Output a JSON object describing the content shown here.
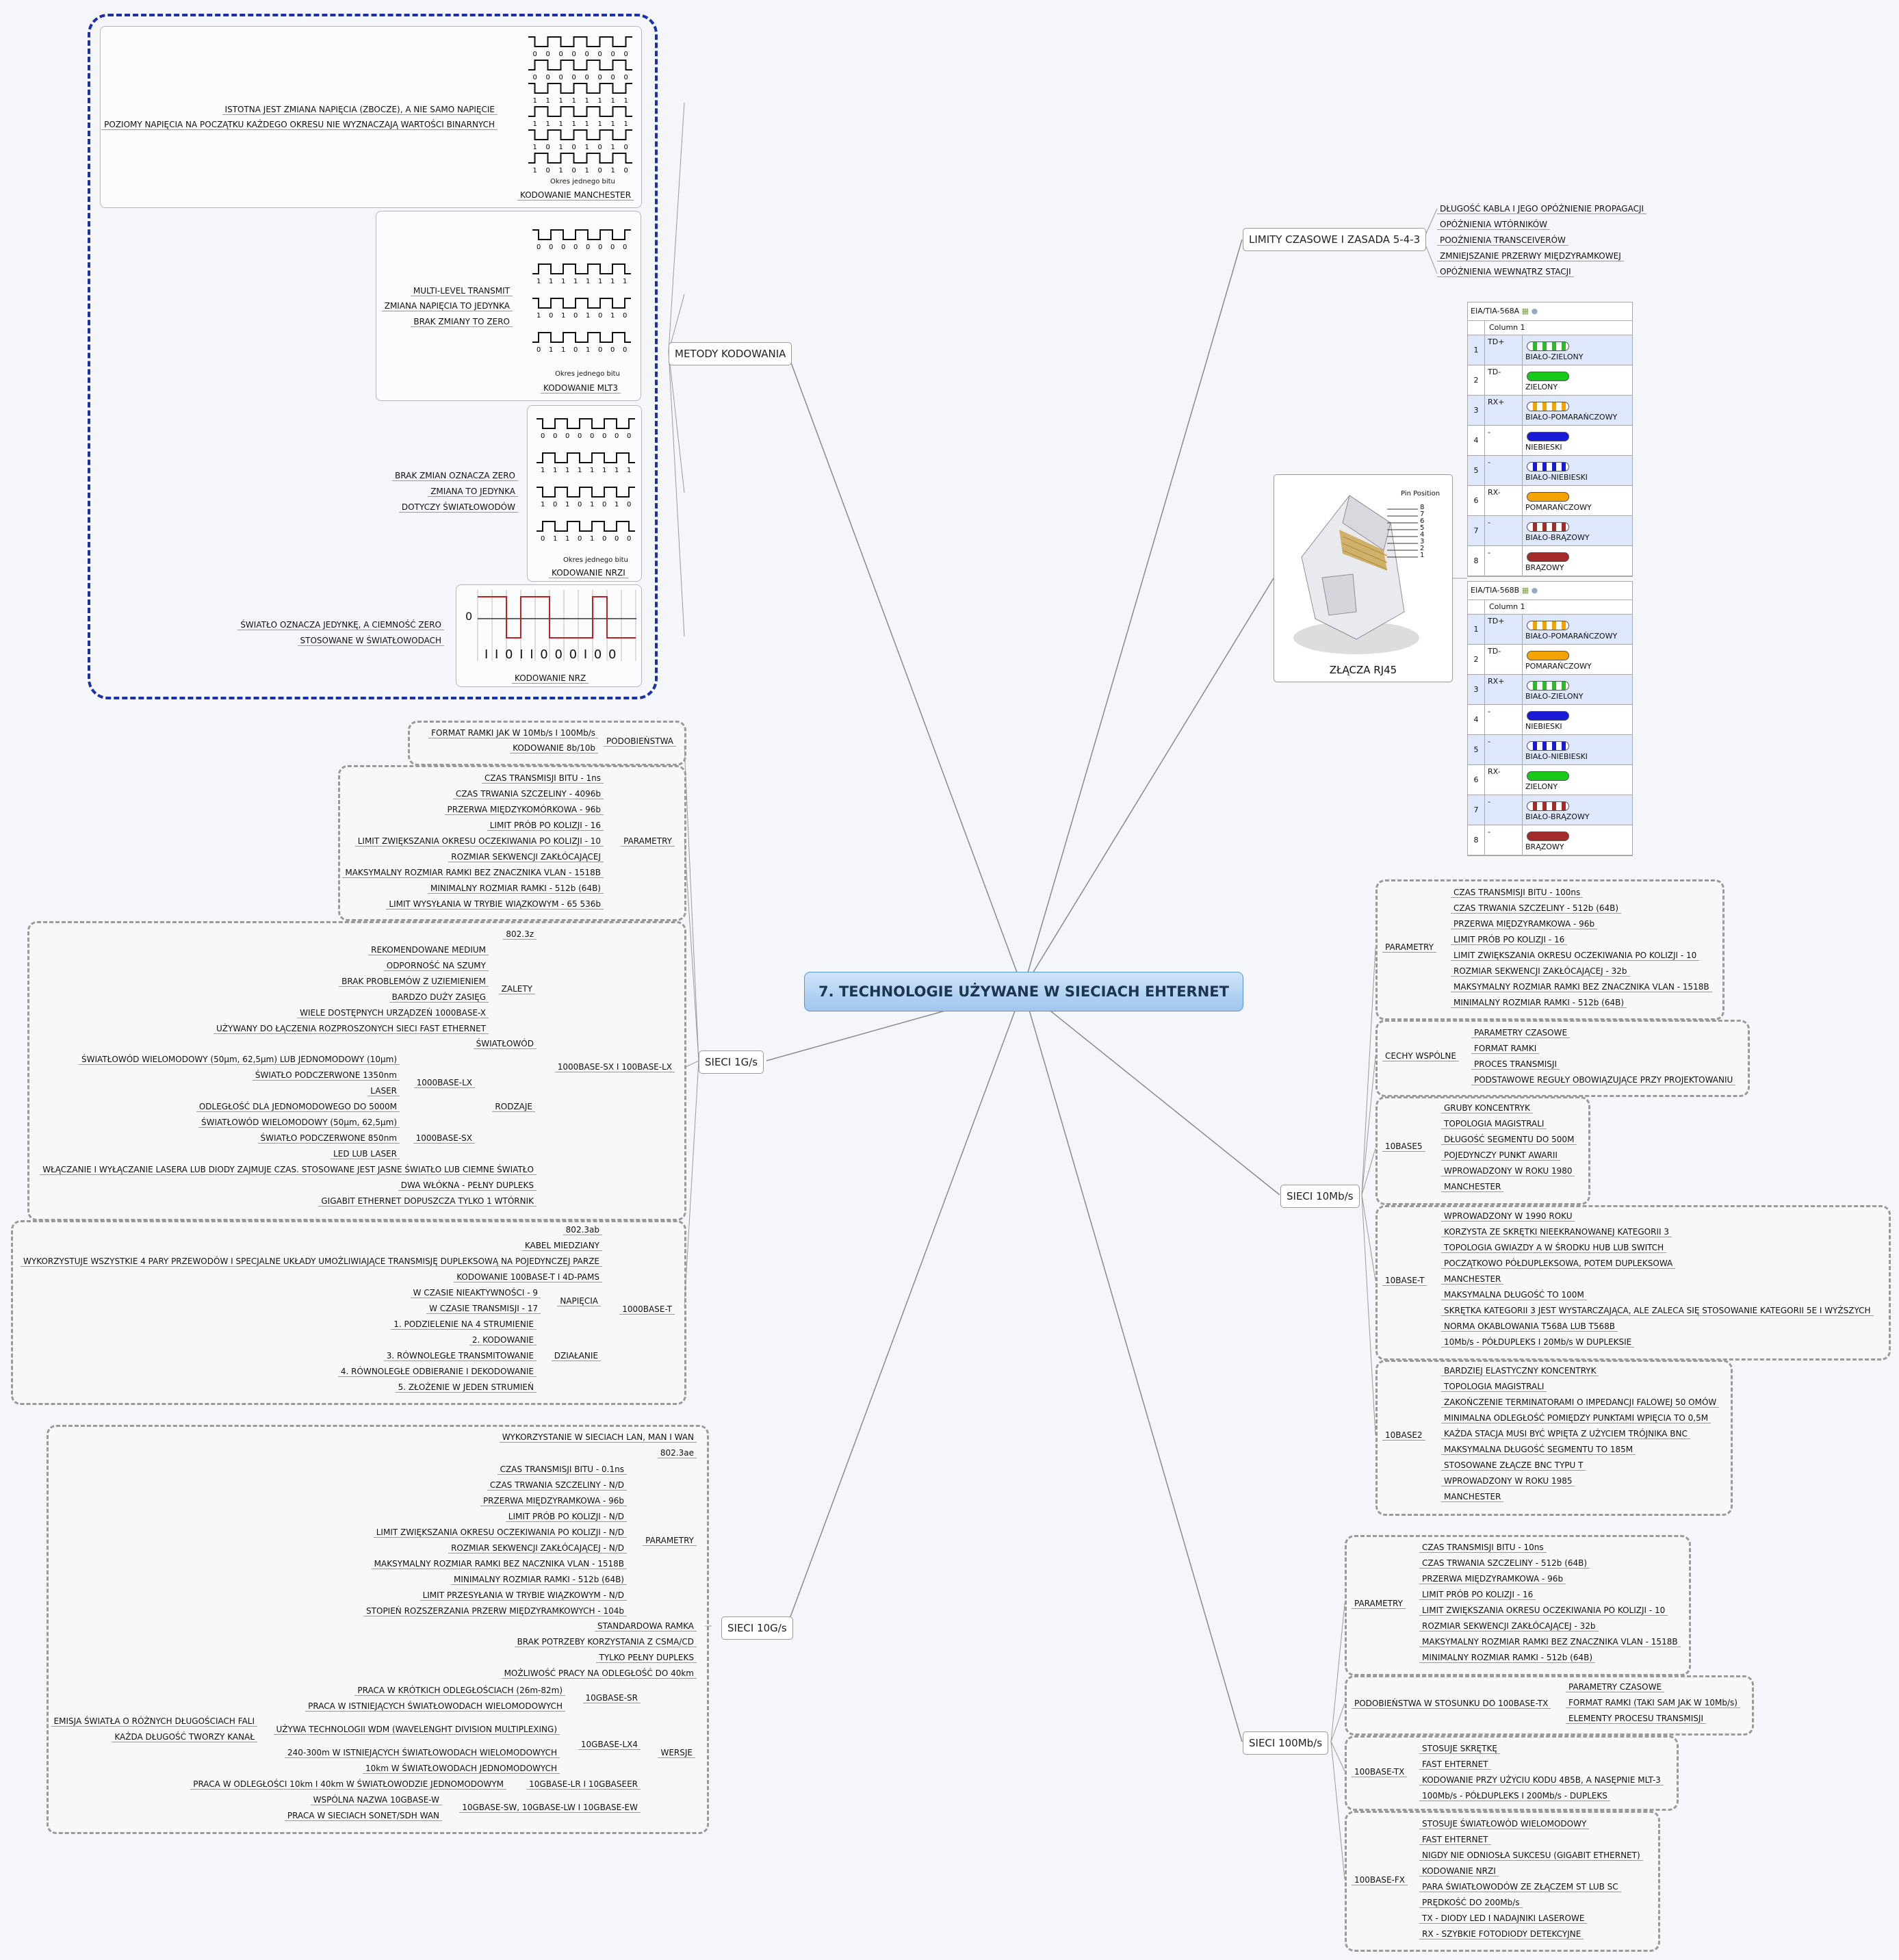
{
  "central": "7. TECHNOLOGIE UŻYWANE W SIECIACH EHTERNET",
  "branches": {
    "metody": "METODY KODOWANIA",
    "s1g": "SIECI 1G/s",
    "s10g": "SIECI 10G/s",
    "limity": "LIMITY CZASOWE I ZASADA 5-4-3",
    "rj45": "ZŁĄCZA RJ45",
    "s10m": "SIECI 10Mb/s",
    "s100m": "SIECI 100Mb/s"
  },
  "encoding": {
    "manchester": {
      "title": "KODOWANIE MANCHESTER",
      "notes": [
        "ISTOTNA JEST ZMIANA NAPIĘCIA (ZBOCZE), A NIE SAMO NAPIĘCIE",
        "POZIOMY NAPIĘCIA NA POCZĄTKU KAŻDEGO OKRESU NIE WYZNACZAJĄ WARTOŚCI BINARNYCH"
      ]
    },
    "mlt3": {
      "title": "KODOWANIE MLT3",
      "notes": [
        "MULTI-LEVEL TRANSMIT",
        "ZMIANA NAPIĘCIA TO JEDYNKA",
        "BRAK ZMIANY TO ZERO"
      ]
    },
    "nrzi": {
      "title": "KODOWANIE NRZI",
      "notes": [
        "BRAK ZMIAN OZNACZA ZERO",
        "ZMIANA TO JEDYNKA",
        "DOTYCZY ŚWIATŁOWODÓW"
      ]
    },
    "nrz": {
      "title": "KODOWANIE NRZ",
      "notes": [
        "ŚWIATŁO OZNACZA JEDYNKĘ, A CIEMNOŚĆ ZERO",
        "STOSOWANE W ŚWIATŁOWODACH"
      ]
    },
    "period_label": "Okres jednego bitu",
    "nrz_zero": "0",
    "nrz_bits": "I I 0 I I 0 0 0 I 0 0",
    "bit_rows": [
      [
        "0",
        "0",
        "0",
        "0",
        "0",
        "0",
        "0",
        "0"
      ],
      [
        "1",
        "1",
        "1",
        "1",
        "1",
        "1",
        "1",
        "1"
      ],
      [
        "1",
        "0",
        "1",
        "0",
        "1",
        "0",
        "1",
        "0"
      ],
      [
        "0",
        "1",
        "1",
        "0",
        "1",
        "0",
        "0",
        "0"
      ]
    ]
  },
  "s1g": {
    "podobienstwa": {
      "label": "PODOBIEŃSTWA",
      "items": [
        "FORMAT RAMKI JAK W 10Mb/s I 100Mb/s",
        "KODOWANIE 8b/10b"
      ]
    },
    "parametry": {
      "label": "PARAMETRY",
      "items": [
        "CZAS TRANSMISJI BITU - 1ns",
        "CZAS TRWANIA SZCZELINY - 4096b",
        "PRZERWA MIĘDZYKOMÓRKOWA - 96b",
        "LIMIT PRÓB PO KOLIZJI - 16",
        "LIMIT ZWIĘKSZANIA OKRESU OCZEKIWANIA PO KOLIZJI - 10",
        "ROZMIAR SEKWENCJI ZAKŁÓCAJĄCEJ",
        "MAKSYMALNY ROZMIAR RAMKI BEZ ZNACZNIKA VLAN - 1518B",
        "MINIMALNY ROZMIAR RAMKI - 512b (64B)",
        "LIMIT WYSYŁANIA W TRYBIE WIĄZKOWYM - 65 536b"
      ]
    },
    "sx_lx": {
      "label": "1000BASE-SX I 100BASE-LX",
      "std": "802.3z",
      "zalety_label": "ZALETY",
      "zalety": [
        "REKOMENDOWANE MEDIUM",
        "ODPORNOŚĆ NA SZUMY",
        "BRAK PROBLEMÓW Z UZIEMIENIEM",
        "BARDZO DUŻY ZASIĘG",
        "WIELE DOSTĘPNYCH URZĄDZEŃ 1000BASE-X",
        "UŻYWANY DO ŁĄCZENIA ROZPROSZONYCH SIECI FAST ETHERNET"
      ],
      "swiatlowod": "ŚWIATŁOWÓD",
      "rodzaje_label": "RODZAJE",
      "lx_label": "1000BASE-LX",
      "lx": [
        "ŚWIATŁOWÓD WIELOMODOWY (50µm, 62,5µm) LUB JEDNOMODOWY (10µm)",
        "ŚWIATŁO PODCZERWONE 1350nm",
        "LASER",
        "ODLEGŁOŚĆ DLA JEDNOMODOWEGO DO 5000M"
      ],
      "sx_label": "1000BASE-SX",
      "sx": [
        "ŚWIATŁOWÓD WIELOMODOWY (50µm, 62,5µm)",
        "ŚWIATŁO PODCZERWONE 850nm",
        "LED LUB LASER"
      ],
      "extra": [
        "WŁĄCZANIE I WYŁĄCZANIE LASERA LUB DIODY ZAJMUJE CZAS. STOSOWANE JEST JASNE ŚWIATŁO LUB CIEMNE ŚWIATŁO",
        "DWA WŁÓKNA - PEŁNY DUPLEKS",
        "GIGABIT ETHERNET DOPUSZCZA TYLKO 1 WTÓRNIK"
      ]
    },
    "t": {
      "label": "1000BASE-T",
      "items": [
        "802.3ab",
        "KABEL MIEDZIANY",
        "WYKORZYSTUJE WSZYSTKIE 4 PARY PRZEWODÓW I SPECJALNE UKŁADY UMOŻLIWIAJĄCE TRANSMISJĘ DUPLEKSOWĄ NA POJEDYNCZEJ PARZE",
        "KODOWANIE 100BASE-T I 4D-PAMS"
      ],
      "napiecia_label": "NAPIĘCIA",
      "napiecia": [
        "W CZASIE NIEAKTYWNOŚCI - 9",
        "W CZASIE TRANSMISJI - 17"
      ],
      "dzialanie_label": "DZIAŁANIE",
      "dzialanie": [
        "1. PODZIELENIE NA 4 STRUMIENIE",
        "2. KODOWANIE",
        "3. RÓWNOLEGŁE TRANSMITOWANIE",
        "4. RÓWNOLEGŁE ODBIERANIE I DEKODOWANIE",
        "5. ZŁOŻENIE W JEDEN STRUMIEŃ"
      ]
    }
  },
  "s10g": {
    "top": [
      "WYKORZYSTANIE W SIECIACH LAN, MAN I WAN",
      "802.3ae"
    ],
    "parametry_label": "PARAMETRY",
    "parametry": [
      "CZAS TRANSMISJI BITU - 0.1ns",
      "CZAS TRWANIA SZCZELINY - N/D",
      "PRZERWA MIĘDZYRAMKOWA - 96b",
      "LIMIT PRÓB PO KOLIZJI - N/D",
      "LIMIT ZWIĘKSZANIA OKRESU OCZEKIWANIA PO KOLIZJI - N/D",
      "ROZMIAR SEKWENCJI ZAKŁÓCAJĄCEJ - N/D",
      "MAKSYMALNY ROZMIAR RAMKI BEZ NACZNIKA VLAN - 1518B",
      "MINIMALNY ROZMIAR RAMKI - 512b (64B)",
      "LIMIT PRZESYŁANIA W TRYBIE WIĄZKOWYM - N/D",
      "STOPIEŃ ROZSZERZANIA PRZERW MIĘDZYRAMKOWYCH - 104b"
    ],
    "mid": [
      "STANDARDOWA RAMKA",
      "BRAK POTRZEBY KORZYSTANIA Z CSMA/CD",
      "TYLKO PEŁNY DUPLEKS",
      "MOŻLIWOŚĆ PRACY NA ODLEGŁOŚĆ DO 40km"
    ],
    "wersje_label": "WERSJE",
    "sr_label": "10GBASE-SR",
    "sr": [
      "PRACA W KRÓTKICH ODLEGŁOŚCIACH (26m-82m)",
      "PRACA W ISTNIEJĄCYCH ŚWIATŁOWODACH WIELOMODOWYCH"
    ],
    "lx4_label": "10GBASE-LX4",
    "wdm": "UŻYWA TECHNOLOGII WDM (WAVELENGHT DIVISION MULTIPLEXING)",
    "wdm_sub": [
      "EMISJA ŚWIATŁA O RÓŻNYCH DŁUGOŚCIACH FALI",
      "KAŻDA DŁUGOŚĆ TWORZY KANAŁ"
    ],
    "lx4": [
      "240-300m W ISTNIEJĄCYCH ŚWIATŁOWODACH WIELOMODOWYCH",
      "10km W ŚWIATŁOWODACH JEDNOMODOWYCH"
    ],
    "lr_label": "10GBASE-LR I 10GBASEER",
    "lr": "PRACA W ODLEGŁOŚCI 10km I 40km W ŚWIATŁOWODZIE JEDNOMODOWYM",
    "sw_label": "10GBASE-SW, 10GBASE-LW I 10GBASE-EW",
    "sw": [
      "WSPÓLNA NAZWA 10GBASE-W",
      "PRACA W SIECIACH SONET/SDH WAN"
    ]
  },
  "limity": [
    "DŁUGOŚĆ KABLA I JEGO OPÓŹNIENIE PROPAGACJI",
    "OPÓŹNIENIA WTÓRNIKÓW",
    "POOŹNIENIA TRANSCEIVERÓW",
    "ZMNIEJSZANIE PRZERWY MIĘDZYRAMKOWEJ",
    "OPÓŹNIENIA WEWNĄTRZ STACJI"
  ],
  "rj45": {
    "pin_position": "Pin Position",
    "pin_nums": [
      "8",
      "7",
      "6",
      "5",
      "4",
      "3",
      "2",
      "1"
    ],
    "tables": [
      {
        "title": "EIA/TIA-568A",
        "column": "Column 1",
        "rows": [
          {
            "n": "1",
            "sig": "TD+",
            "label": "BIAŁO-ZIELONY",
            "color": "#2db82d",
            "striped": true
          },
          {
            "n": "2",
            "sig": "TD-",
            "label": "ZIELONY",
            "color": "#19c919",
            "striped": false
          },
          {
            "n": "3",
            "sig": "RX+",
            "label": "BIAŁO-POMARAŃCZOWY",
            "color": "#f5a300",
            "striped": true
          },
          {
            "n": "4",
            "sig": "-",
            "label": "NIEBIESKI",
            "color": "#1a1ad6",
            "striped": false
          },
          {
            "n": "5",
            "sig": "-",
            "label": "BIAŁO-NIEBIESKI",
            "color": "#1a1ad6",
            "striped": true
          },
          {
            "n": "6",
            "sig": "RX-",
            "label": "POMARAŃCZOWY",
            "color": "#f5a300",
            "striped": false
          },
          {
            "n": "7",
            "sig": "-",
            "label": "BIAŁO-BRĄZOWY",
            "color": "#a52a2a",
            "striped": true
          },
          {
            "n": "8",
            "sig": "-",
            "label": "BRĄZOWY",
            "color": "#a52a2a",
            "striped": false
          }
        ]
      },
      {
        "title": "EIA/TIA-568B",
        "column": "Column 1",
        "rows": [
          {
            "n": "1",
            "sig": "TD+",
            "label": "BIAŁO-POMARAŃCZOWY",
            "color": "#f5a300",
            "striped": true
          },
          {
            "n": "2",
            "sig": "TD-",
            "label": "POMARAŃCZOWY",
            "color": "#f5a300",
            "striped": false
          },
          {
            "n": "3",
            "sig": "RX+",
            "label": "BIAŁO-ZIELONY",
            "color": "#2db82d",
            "striped": true
          },
          {
            "n": "4",
            "sig": "-",
            "label": "NIEBIESKI",
            "color": "#1a1ad6",
            "striped": false
          },
          {
            "n": "5",
            "sig": "-",
            "label": "BIAŁO-NIEBIESKI",
            "color": "#1a1ad6",
            "striped": true
          },
          {
            "n": "6",
            "sig": "RX-",
            "label": "ZIELONY",
            "color": "#19c919",
            "striped": false
          },
          {
            "n": "7",
            "sig": "-",
            "label": "BIAŁO-BRĄZOWY",
            "color": "#a52a2a",
            "striped": true
          },
          {
            "n": "8",
            "sig": "-",
            "label": "BRĄZOWY",
            "color": "#a52a2a",
            "striped": false
          }
        ]
      }
    ]
  },
  "s10m": {
    "parametry_label": "PARAMETRY",
    "parametry": [
      "CZAS TRANSMISJI BITU - 100ns",
      "CZAS TRWANIA SZCZELINY - 512b (64B)",
      "PRZERWA MIĘDZYRAMKOWA - 96b",
      "LIMIT PRÓB PO KOLIZJI - 16",
      "LIMIT ZWIĘKSZANIA OKRESU OCZEKIWANIA PO KOLIZJI - 10",
      "ROZMIAR SEKWENCJI ZAKŁÓCAJĄCEJ - 32b",
      "MAKSYMALNY ROZMIAR RAMKI BEZ ZNACZNIKA VLAN - 1518B",
      "MINIMALNY ROZMIAR RAMKI - 512b (64B)"
    ],
    "cechy_label": "CECHY WSPÓLNE",
    "cechy": [
      "PARAMETRY CZASOWE",
      "FORMAT RAMKI",
      "PROCES TRANSMISJI",
      "PODSTAWOWE REGUŁY OBOWIĄZUJĄCE PRZY PROJEKTOWANIU"
    ],
    "b5_label": "10BASE5",
    "b5": [
      "GRUBY KONCENTRYK",
      "TOPOLOGIA MAGISTRALI",
      "DŁUGOŚĆ SEGMENTU DO 500M",
      "POJEDYNCZY PUNKT AWARII",
      "WPROWADZONY W ROKU 1980",
      "MANCHESTER"
    ],
    "bt_label": "10BASE-T",
    "bt": [
      "WPROWADZONY W 1990 ROKU",
      "KORZYSTA ZE SKRĘTKI NIEEKRANOWANEJ KATEGORII 3",
      "TOPOLOGIA GWIAZDY A W ŚRODKU HUB LUB SWITCH",
      "POCZĄTKOWO PÓŁDUPLEKSOWA, POTEM DUPLEKSOWA",
      "MANCHESTER",
      "MAKSYMALNA DŁUGOŚĆ TO 100M",
      "SKRĘTKA KATEGORII 3 JEST WYSTARCZAJĄCA, ALE ZALECA SIĘ STOSOWANIE KATEGORII 5E I WYŻSZYCH",
      "NORMA OKABLOWANIA T568A LUB T568B",
      "10Mb/s - PÓŁDUPLEKS I 20Mb/s W DUPLEKSIE"
    ],
    "b2_label": "10BASE2",
    "b2": [
      "BARDZIEJ ELASTYCZNY KONCENTRYK",
      "TOPOLOGIA MAGISTRALI",
      "ZAKOŃCZENIE TERMINATORAMI O IMPEDANCJI FALOWEJ 50 OMÓW",
      "MINIMALNA ODLEGŁOŚĆ POMIĘDZY PUNKTAMI WPIĘCIA TO 0,5M",
      "KAŻDA STACJA MUSI BYĆ WPIĘTA Z UŻYCIEM TRÓJNIKA BNC",
      "MAKSYMALNA DŁUGOŚĆ SEGMENTU TO 185M",
      "STOSOWANE ZŁĄCZE BNC TYPU T",
      "WPROWADZONY W ROKU 1985",
      "MANCHESTER"
    ]
  },
  "s100m": {
    "parametry_label": "PARAMETRY",
    "parametry": [
      "CZAS TRANSMISJI BITU - 10ns",
      "CZAS TRWANIA SZCZELINY - 512b (64B)",
      "PRZERWA MIĘDZYRAMKOWA - 96b",
      "LIMIT PRÓB PO KOLIZJI - 16",
      "LIMIT ZWIĘKSZANIA OKRESU OCZEKIWANIA PO KOLIZJI - 10",
      "ROZMIAR SEKWENCJI ZAKŁÓCAJĄCEJ - 32b",
      "MAKSYMALNY ROZMIAR RAMKI BEZ ZNACZNIKA VLAN - 1518B",
      "MINIMALNY ROZMIAR RAMKI - 512b (64B)"
    ],
    "pod_label": "PODOBIEŃSTWA W STOSUNKU DO 100BASE-TX",
    "pod": [
      "PARAMETRY CZASOWE",
      "FORMAT RAMKI (TAKI SAM JAK W 10Mb/s)",
      "ELEMENTY PROCESU TRANSMISJI"
    ],
    "tx_label": "100BASE-TX",
    "tx": [
      "STOSUJE SKRĘTKĘ",
      "FAST EHTERNET",
      "KODOWANIE PRZY UŻYCIU KODU 4B5B, A NASĘPNIE MLT-3",
      "100Mb/s - PÓŁDUPLEKS I 200Mb/s - DUPLEKS"
    ],
    "fx_label": "100BASE-FX",
    "fx": [
      "STOSUJE ŚWIATŁOWÓD WIELOMODOWY",
      "FAST EHTERNET",
      "NIGDY NIE ODNIOSŁA SUKCESU (GIGABIT ETHERNET)",
      "KODOWANIE NRZI",
      "PARA ŚWIATŁOWODÓW ZE ZŁĄCZEM ST LUB SC",
      "PRĘDKOŚĆ DO 200Mb/s",
      "TX - DIODY LED I NADAJNIKI LASEROWE",
      "RX - SZYBKIE FOTODIODY DETEKCYJNE"
    ]
  }
}
